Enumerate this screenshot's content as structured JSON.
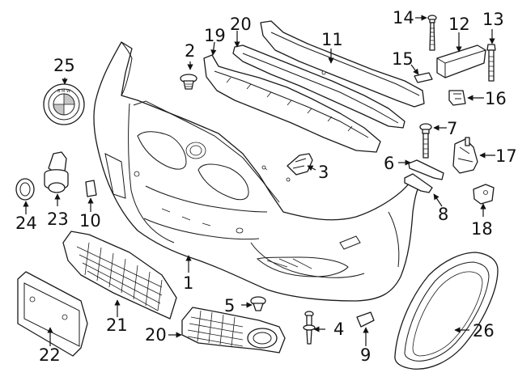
{
  "diagram": {
    "callouts": [
      {
        "id": "c1",
        "label": "1"
      },
      {
        "id": "c2",
        "label": "2"
      },
      {
        "id": "c3",
        "label": "3"
      },
      {
        "id": "c4",
        "label": "4"
      },
      {
        "id": "c5",
        "label": "5"
      },
      {
        "id": "c6",
        "label": "6"
      },
      {
        "id": "c7",
        "label": "7"
      },
      {
        "id": "c8",
        "label": "8"
      },
      {
        "id": "c9",
        "label": "9"
      },
      {
        "id": "c10",
        "label": "10"
      },
      {
        "id": "c11",
        "label": "11"
      },
      {
        "id": "c12",
        "label": "12"
      },
      {
        "id": "c13",
        "label": "13"
      },
      {
        "id": "c14",
        "label": "14"
      },
      {
        "id": "c15",
        "label": "15"
      },
      {
        "id": "c16",
        "label": "16"
      },
      {
        "id": "c17",
        "label": "17"
      },
      {
        "id": "c18",
        "label": "18"
      },
      {
        "id": "c19",
        "label": "19"
      },
      {
        "id": "c20a",
        "label": "20"
      },
      {
        "id": "c20b",
        "label": "20"
      },
      {
        "id": "c21",
        "label": "21"
      },
      {
        "id": "c22",
        "label": "22"
      },
      {
        "id": "c23",
        "label": "23"
      },
      {
        "id": "c24",
        "label": "24"
      },
      {
        "id": "c25",
        "label": "25"
      },
      {
        "id": "c26",
        "label": "26"
      }
    ],
    "colors": {
      "line": "#1a1a1a",
      "background": "#ffffff"
    }
  }
}
